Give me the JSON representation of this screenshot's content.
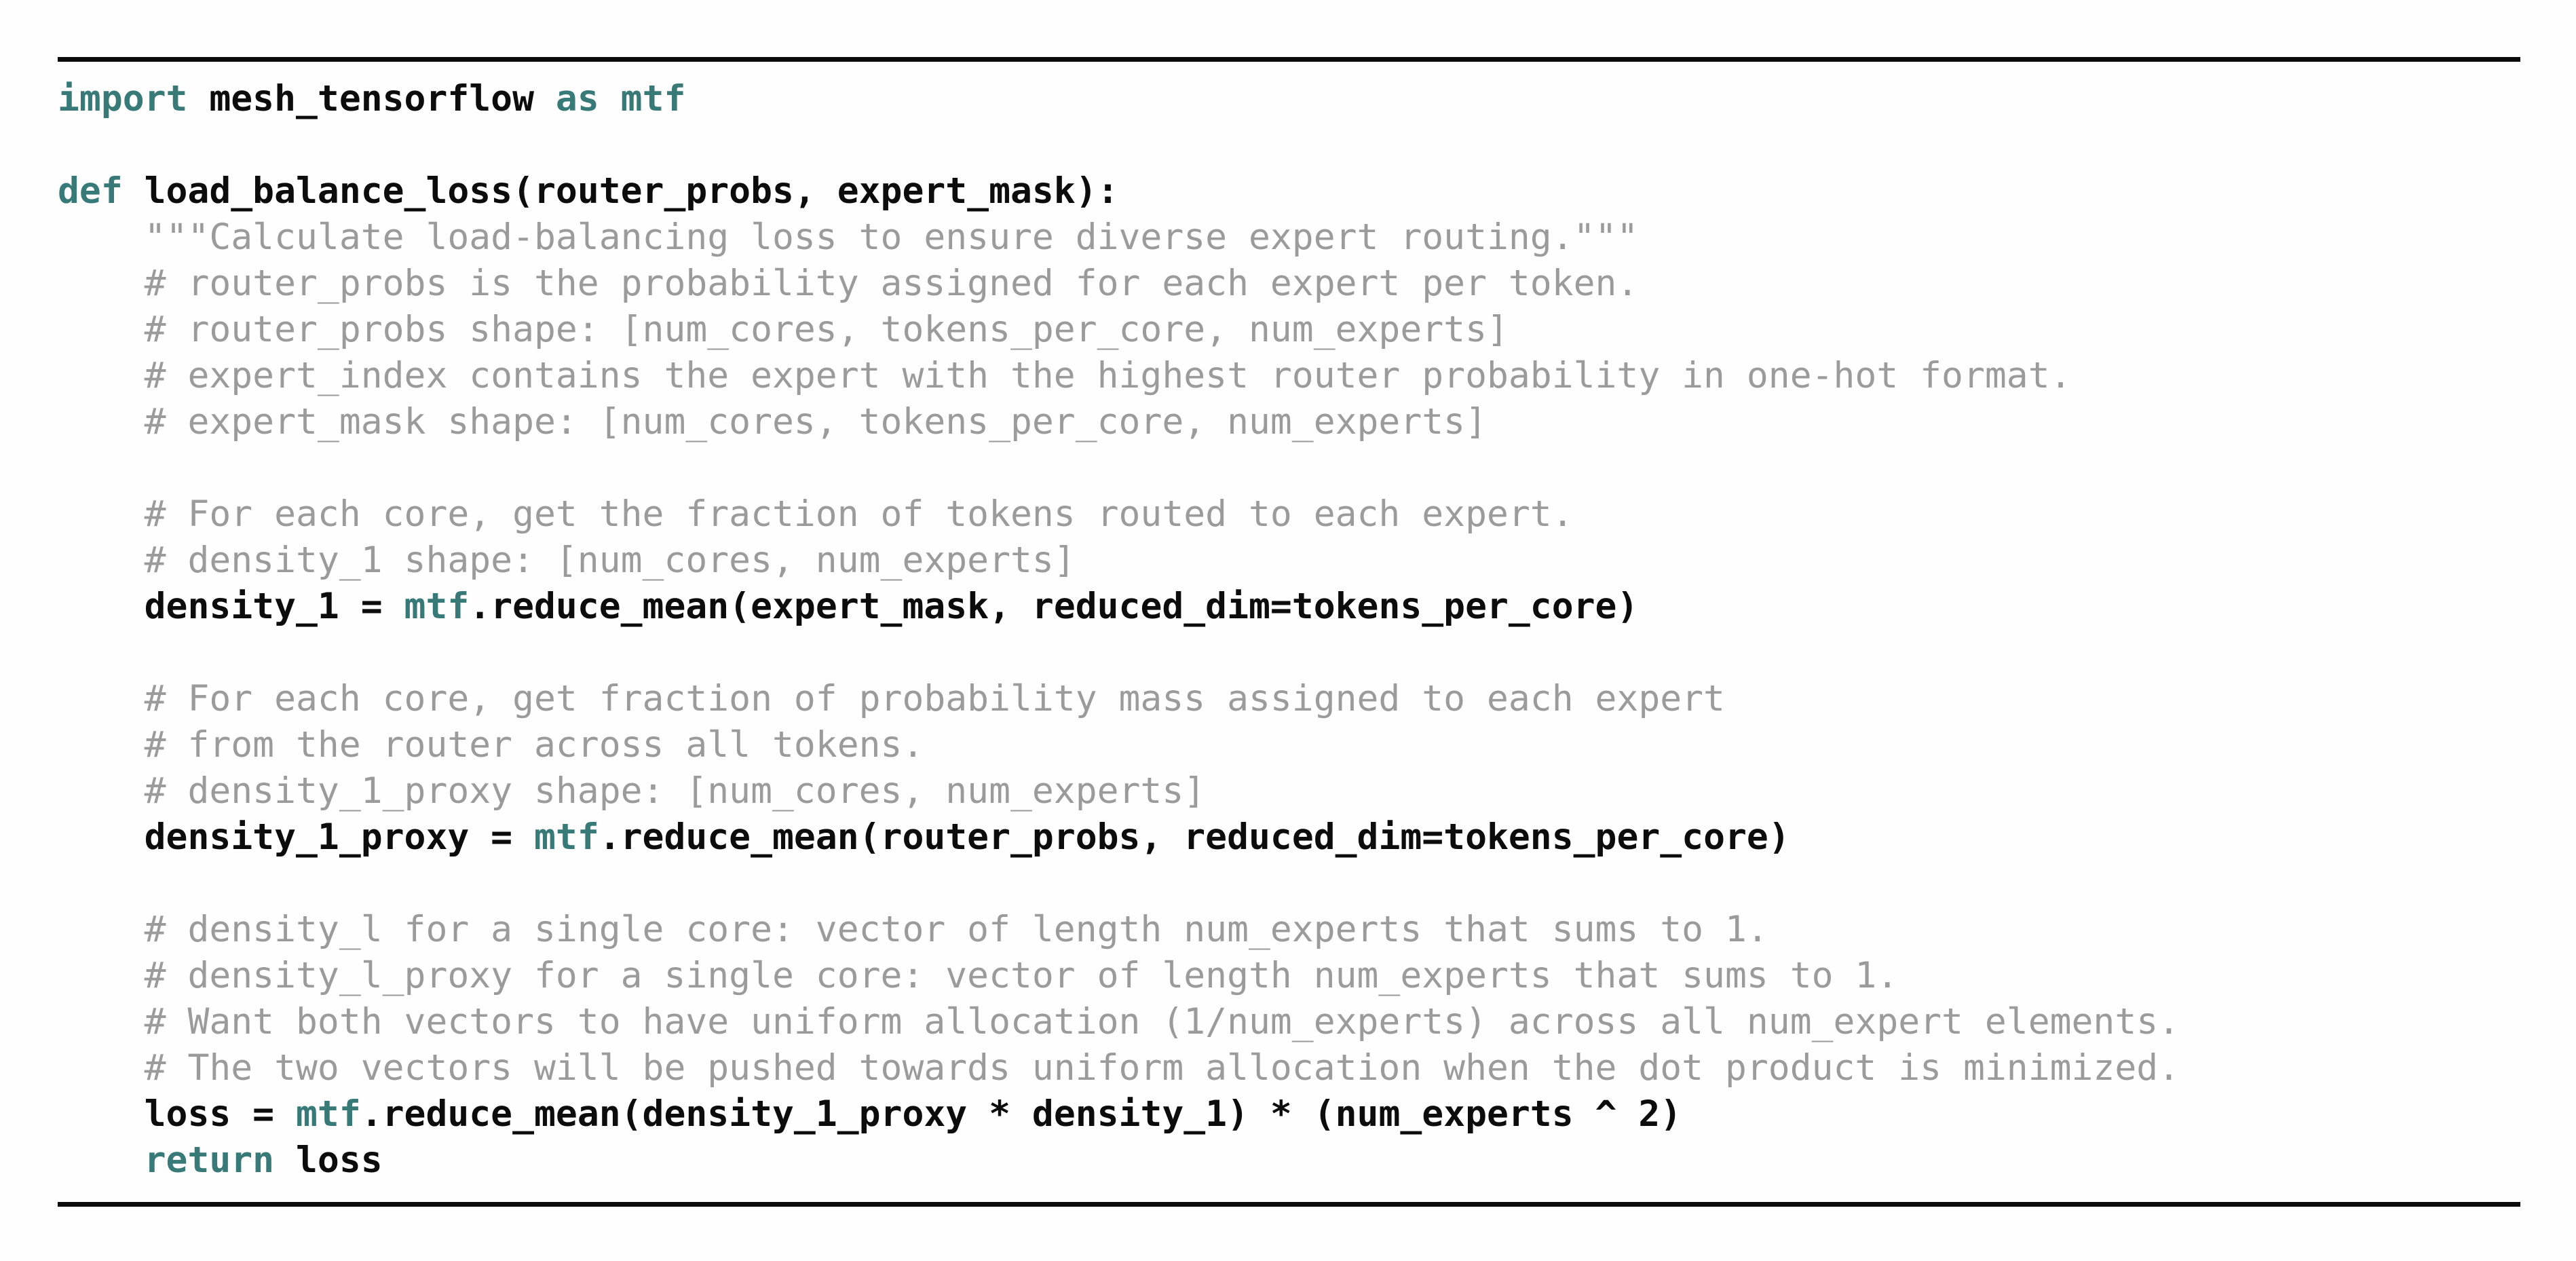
{
  "figure": {
    "kind": "code-listing",
    "language": "python",
    "background": "#fefefe",
    "rule_color": "#0b0b0b"
  },
  "colors": {
    "keyword": "#377a78",
    "code": "#0c0c0c",
    "comment": "#9b9b9b"
  },
  "code": {
    "lines": [
      {
        "segments": [
          {
            "type": "keyword",
            "text": "import"
          },
          {
            "type": "code",
            "text": " mesh_tensorflow "
          },
          {
            "type": "keyword",
            "text": "as"
          },
          {
            "type": "code",
            "text": " "
          },
          {
            "type": "keyword",
            "text": "mtf"
          }
        ]
      },
      {
        "segments": []
      },
      {
        "segments": [
          {
            "type": "keyword",
            "text": "def"
          },
          {
            "type": "code",
            "text": " load_balance_loss(router_probs, expert_mask):"
          }
        ]
      },
      {
        "segments": [
          {
            "type": "comment",
            "text": "    \"\"\"Calculate load-balancing loss to ensure diverse expert routing.\"\"\""
          }
        ]
      },
      {
        "segments": [
          {
            "type": "comment",
            "text": "    # router_probs is the probability assigned for each expert per token."
          }
        ]
      },
      {
        "segments": [
          {
            "type": "comment",
            "text": "    # router_probs shape: [num_cores, tokens_per_core, num_experts]"
          }
        ]
      },
      {
        "segments": [
          {
            "type": "comment",
            "text": "    # expert_index contains the expert with the highest router probability in one-hot format."
          }
        ]
      },
      {
        "segments": [
          {
            "type": "comment",
            "text": "    # expert_mask shape: [num_cores, tokens_per_core, num_experts]"
          }
        ]
      },
      {
        "segments": []
      },
      {
        "segments": [
          {
            "type": "comment",
            "text": "    # For each core, get the fraction of tokens routed to each expert."
          }
        ]
      },
      {
        "segments": [
          {
            "type": "comment",
            "text": "    # density_1 shape: [num_cores, num_experts]"
          }
        ]
      },
      {
        "segments": [
          {
            "type": "code",
            "text": "    density_1 = "
          },
          {
            "type": "keyword",
            "text": "mtf"
          },
          {
            "type": "code",
            "text": ".reduce_mean(expert_mask, reduced_dim=tokens_per_core)"
          }
        ]
      },
      {
        "segments": []
      },
      {
        "segments": [
          {
            "type": "comment",
            "text": "    # For each core, get fraction of probability mass assigned to each expert"
          }
        ]
      },
      {
        "segments": [
          {
            "type": "comment",
            "text": "    # from the router across all tokens."
          }
        ]
      },
      {
        "segments": [
          {
            "type": "comment",
            "text": "    # density_1_proxy shape: [num_cores, num_experts]"
          }
        ]
      },
      {
        "segments": [
          {
            "type": "code",
            "text": "    density_1_proxy = "
          },
          {
            "type": "keyword",
            "text": "mtf"
          },
          {
            "type": "code",
            "text": ".reduce_mean(router_probs, reduced_dim=tokens_per_core)"
          }
        ]
      },
      {
        "segments": []
      },
      {
        "segments": [
          {
            "type": "comment",
            "text": "    # density_l for a single core: vector of length num_experts that sums to 1."
          }
        ]
      },
      {
        "segments": [
          {
            "type": "comment",
            "text": "    # density_l_proxy for a single core: vector of length num_experts that sums to 1."
          }
        ]
      },
      {
        "segments": [
          {
            "type": "comment",
            "text": "    # Want both vectors to have uniform allocation (1/num_experts) across all num_expert elements."
          }
        ]
      },
      {
        "segments": [
          {
            "type": "comment",
            "text": "    # The two vectors will be pushed towards uniform allocation when the dot product is minimized."
          }
        ]
      },
      {
        "segments": [
          {
            "type": "code",
            "text": "    loss = "
          },
          {
            "type": "keyword",
            "text": "mtf"
          },
          {
            "type": "code",
            "text": ".reduce_mean(density_1_proxy * density_1) * (num_experts ^ 2)"
          }
        ]
      },
      {
        "segments": [
          {
            "type": "code",
            "text": "    "
          },
          {
            "type": "keyword",
            "text": "return"
          },
          {
            "type": "code",
            "text": " loss"
          }
        ]
      }
    ]
  }
}
